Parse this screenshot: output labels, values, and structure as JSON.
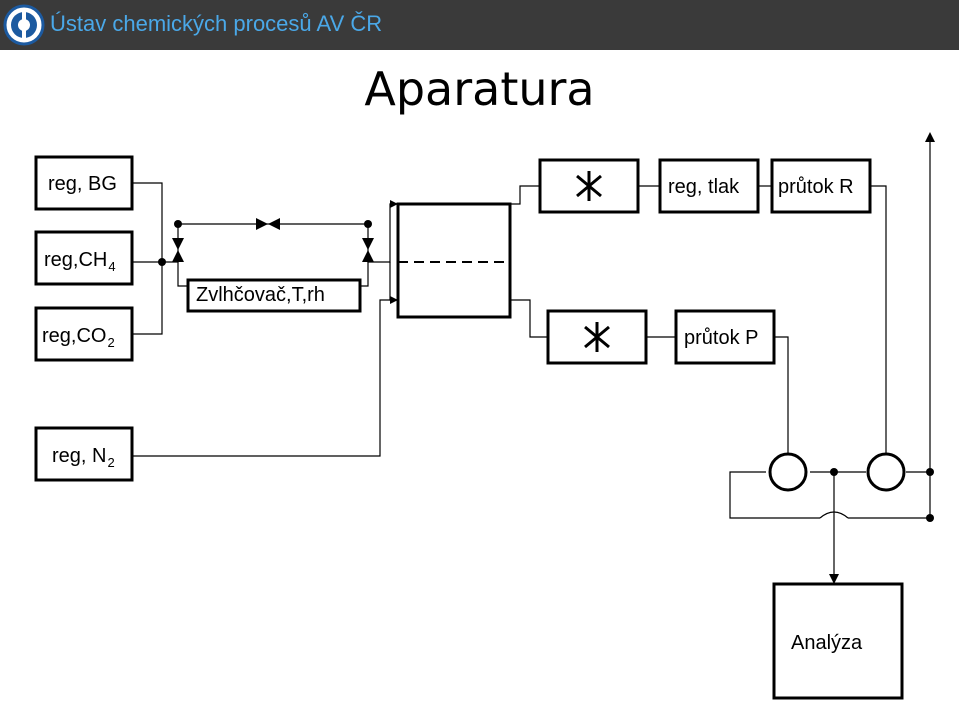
{
  "header": {
    "institution": "Ústav chemických procesů AV ČR",
    "logo_icon": "institute-logo-icon",
    "background": "#3a3a3a",
    "text_color": "#4aa8e8"
  },
  "title": "Aparatura",
  "regulators": {
    "bg": "reg, BG",
    "ch4": {
      "text": "reg,CH",
      "sub": "4"
    },
    "co2": {
      "text": "reg,CO",
      "sub": "2"
    },
    "n2": {
      "text": "reg, N",
      "sub": "2"
    }
  },
  "humidifier": "Zvlhčovač,T,rh",
  "outputs": {
    "pressure_reg": "reg, tlak",
    "flow_r": "průtok R",
    "flow_p": "průtok P"
  },
  "analysis": "Analýza",
  "icons": [
    "asterisk-pump-icon",
    "valve-icon",
    "selector-valve-icon"
  ]
}
